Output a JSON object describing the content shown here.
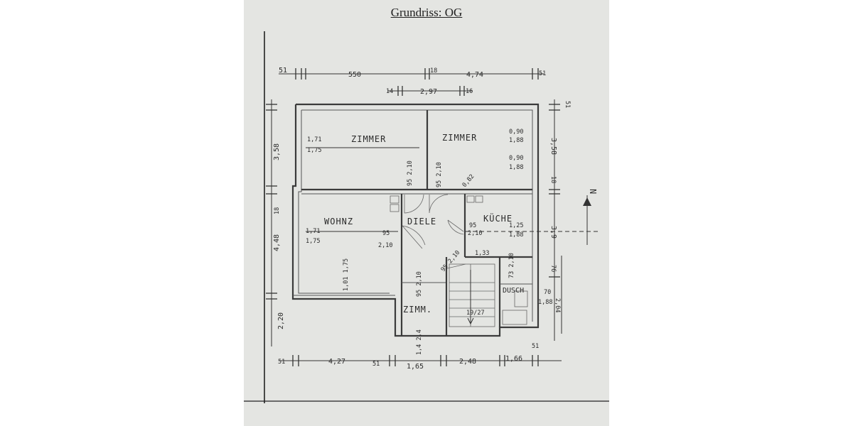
{
  "title": "Grundriss: OG",
  "rooms": {
    "zimmer1": "ZIMMER",
    "zimmer2": "ZIMMER",
    "wohnz": "WOHNZ",
    "diele": "DIELE",
    "kueche": "KÜCHE",
    "zimm": "ZIMM.",
    "dusch": "DUSCH"
  },
  "north_arrow_label": "N",
  "dimensions": {
    "top": [
      "51",
      "550",
      "18",
      "4,74",
      "51"
    ],
    "top_inner": [
      "14",
      "2,97",
      "16"
    ],
    "bottom": [
      "51",
      "4,27",
      "51",
      "1,65",
      "2,48",
      "1,66",
      "51"
    ],
    "left": [
      "3,58",
      "18",
      "4,48",
      "2,20"
    ],
    "right": [
      "51",
      "3,58",
      "18",
      "3,9",
      "76",
      "2,04"
    ],
    "openings": {
      "z1_window": [
        "1,71",
        "1,75"
      ],
      "z2_window_a": [
        "0,90",
        "1,88"
      ],
      "z2_window_b": [
        "0,90",
        "1,88"
      ],
      "wohnz_window": [
        "1,71",
        "1,75"
      ],
      "wohnz_door": [
        "95",
        "2,10"
      ],
      "diele_door": [
        "95",
        "2,10"
      ],
      "kueche_window": [
        "1,25",
        "1,88"
      ],
      "dusch_window": [
        "70",
        "1,88"
      ],
      "z1_door": "95 2,10",
      "z2_door": "95 2,10",
      "hall_width": "0,82",
      "kueche_inner": "1,33",
      "stair_door": "95 2,10",
      "dusch_door": "73 2,10",
      "stairs": "19/27",
      "wohnz_lower": "1,01 1,75",
      "zimm_door": "95 2,10",
      "zimm_bottom": "1,4 2,4"
    }
  }
}
